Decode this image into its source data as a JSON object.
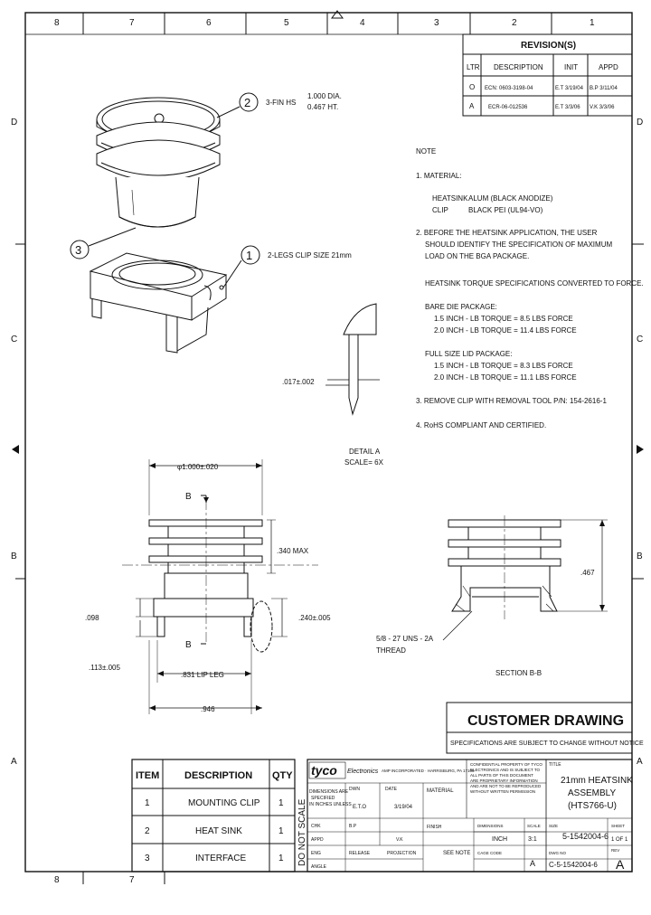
{
  "zones": {
    "top": [
      "8",
      "7",
      "6",
      "5",
      "4",
      "3",
      "2",
      "1"
    ],
    "bottom": [
      "8",
      "7"
    ],
    "left": [
      "D",
      "C",
      "B",
      "A"
    ]
  },
  "revisions": {
    "title": "REVISION(S)",
    "headers": [
      "LTR",
      "DESCRIPTION",
      "INIT",
      "APPD"
    ],
    "rows": [
      [
        "O",
        "ECN: 0603-3198-04",
        "E.T 3/19/04",
        "B.P 3/11/04"
      ],
      [
        "A",
        "ECR-06-012536",
        "E.T 3/3/06",
        "V.K 3/3/06"
      ]
    ]
  },
  "callouts": {
    "c2": {
      "num": "2",
      "label": "3-FIN HS",
      "dim1": "1.000 DIA.",
      "dim2": "0.467 HT."
    },
    "c1": {
      "num": "1",
      "label": "2-LEGS CLIP SIZE 21mm"
    },
    "c3": {
      "num": "3"
    }
  },
  "notes": {
    "title": "NOTE",
    "n1": "1. MATERIAL:",
    "heatsink_label": "HEATSINK",
    "heatsink_val": "ALUM (BLACK ANODIZE)",
    "clip_label": "CLIP",
    "clip_val": "BLACK PEI (UL94-VO)",
    "n2a": "2. BEFORE THE HEATSINK APPLICATION, THE USER",
    "n2b": "SHOULD IDENTIFY THE SPECIFICATION OF MAXIMUM",
    "n2c": "LOAD ON THE BGA PACKAGE.",
    "torque": "HEATSINK TORQUE SPECIFICATIONS CONVERTED TO FORCE.",
    "bare_title": "BARE DIE PACKAGE:",
    "bare1": "1.5 INCH - LB TORQUE = 8.5 LBS FORCE",
    "bare2": "2.0 INCH - LB TORQUE = 11.4 LBS FORCE",
    "full_title": "FULL SIZE LID PACKAGE:",
    "full1": "1.5 INCH - LB TORQUE = 8.3 LBS FORCE",
    "full2": "2.0 INCH - LB TORQUE = 11.1 LBS FORCE",
    "n3": "3. REMOVE CLIP WITH REMOVAL TOOL P/N: 154-2616-1",
    "n4": "4. RoHS COMPLIANT AND CERTIFIED."
  },
  "detail": {
    "dim": ".017±.002",
    "title": "DETAIL A",
    "scale": "SCALE= 6X"
  },
  "front_view": {
    "dia": "φ1.000±.020",
    "b_top": "B",
    "b_bot": "B",
    "max": ".340 MAX",
    "d098": ".098",
    "d240": ".240±.005",
    "d113": ".113±.005",
    "leg": ".831 LIP LEG",
    "d946": ".946"
  },
  "section": {
    "d467": ".467",
    "thread1": "5/8 - 27 UNS - 2A",
    "thread2": "THREAD",
    "title": "SECTION B-B"
  },
  "customer": {
    "title": "CUSTOMER DRAWING",
    "sub": "SPECIFICATIONS ARE SUBJECT TO CHANGE WITHOUT NOTICE"
  },
  "bom": {
    "headers": [
      "ITEM",
      "DESCRIPTION",
      "QTY"
    ],
    "rows": [
      [
        "1",
        "MOUNTING CLIP",
        "1"
      ],
      [
        "2",
        "HEAT SINK",
        "1"
      ],
      [
        "3",
        "INTERFACE",
        "1"
      ]
    ],
    "dns": "DO NOT SCALE"
  },
  "titleblock": {
    "logo": "tyco",
    "brand": "Electronics",
    "tagline": "AMP INCORPORATED · HARRISBURG, PA 17105",
    "prop1": "CONFIDENTIAL PROPERTY OF TYCO",
    "prop2": "ELECTRONICS AND IS SUBJECT TO",
    "prop3": "ALL PARTS OF THIS DOCUMENT",
    "prop4": "ARE PROPRIETARY INFORMATION",
    "prop5": "AND ARE NOT TO BE REPRODUCED",
    "prop6": "WITHOUT WRITTEN PERMISSION",
    "dim_note1": "DIMENSIONS ARE",
    "dim_note2": "SPECIFIED",
    "dim_note3": "IN INCHES UNLESS",
    "dwn_label": "DWN",
    "date_label": "DATE",
    "material_label": "MATERIAL",
    "dwn_val": "E.T.O",
    "date_val": "3/19/04",
    "chk_label": "CHK",
    "chk_val": "B.P",
    "appd_label": "APPD",
    "appd_val": "V.K",
    "finish_label": "FINISH",
    "eng_label": "ENG",
    "rel_label": "RELEASE",
    "see_note": "SEE NOTE",
    "proj": "PROJECTION",
    "angle_label": "ANGLE",
    "title_label": "TITLE",
    "title1": "21mm HEATSINK",
    "title2": "ASSEMBLY",
    "title3": "(HTS766-U)",
    "dim_inch_label": "DIMENSIONS",
    "scale_label": "SCALE",
    "size_label": "SIZE",
    "inch_val": "INCH",
    "scale_val": "3:1",
    "pn": "5-1542004-6",
    "sheet_label": "SHEET",
    "sheet_val": "1 OF 1",
    "rev_label": "REV",
    "rev_val": "A",
    "dwg_label": "DWG NO",
    "cage": "CAGE CODE",
    "size_val": "A",
    "dwg_no": "C-5-1542004-6"
  }
}
